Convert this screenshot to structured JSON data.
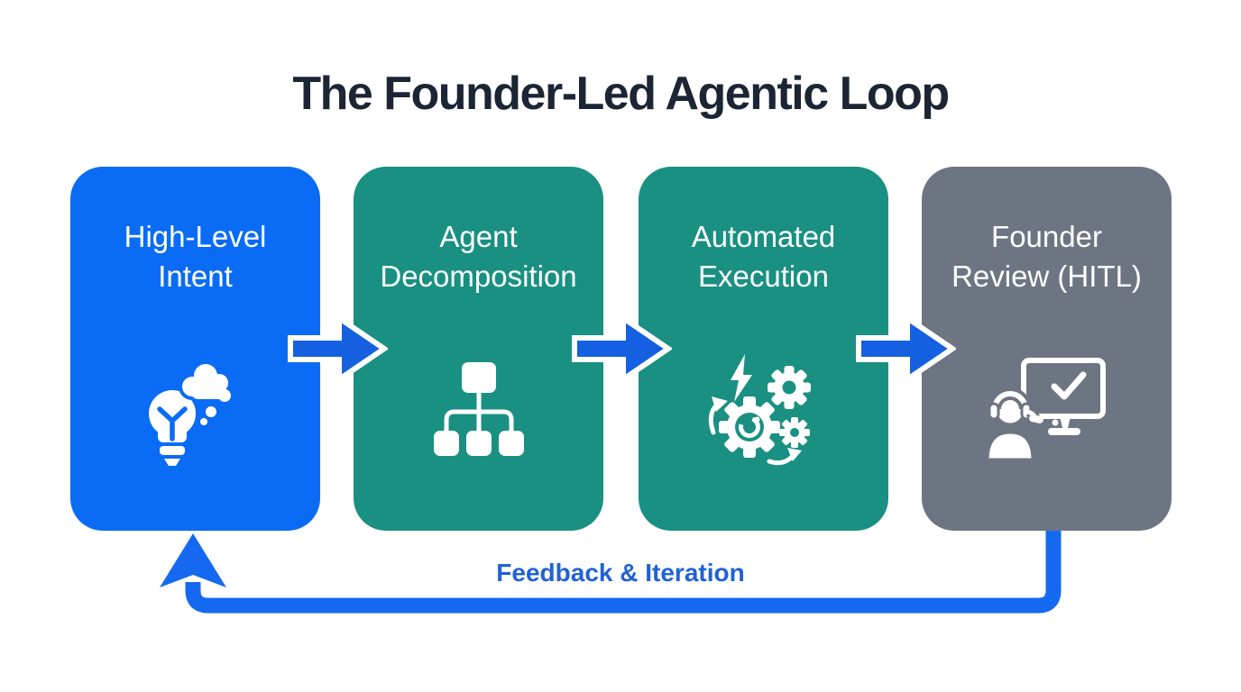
{
  "title": "The Founder-Led Agentic Loop",
  "steps": [
    {
      "label": "High-Level Intent",
      "lines": [
        "High-Level",
        "Intent"
      ],
      "icon": "lightbulb-thought-cloud-icon",
      "bg_color": "#0a6cf5"
    },
    {
      "label": "Agent Decomposition",
      "lines": [
        "Agent",
        "Decomposition"
      ],
      "icon": "hierarchy-tree-icon",
      "bg_color": "#199082"
    },
    {
      "label": "Automated Execution",
      "lines": [
        "Automated",
        "Execution"
      ],
      "icon": "gears-automation-icon",
      "bg_color": "#199082"
    },
    {
      "label": "Founder Review (HITL)",
      "lines": [
        "Founder",
        "Review (HITL)"
      ],
      "icon": "founder-monitor-check-icon",
      "bg_color": "#6e7582"
    }
  ],
  "flow_arrows": {
    "count": 3,
    "icon": "flow-arrow-icon",
    "color": "#1560e0",
    "outline": "#ffffff"
  },
  "feedback_loop": {
    "label": "Feedback & Iteration",
    "color": "#1569f0",
    "label_color": "#2062d4"
  },
  "colors": {
    "background": "#ffffff",
    "title_text": "#1c2534",
    "step_text": "#ffffff"
  }
}
